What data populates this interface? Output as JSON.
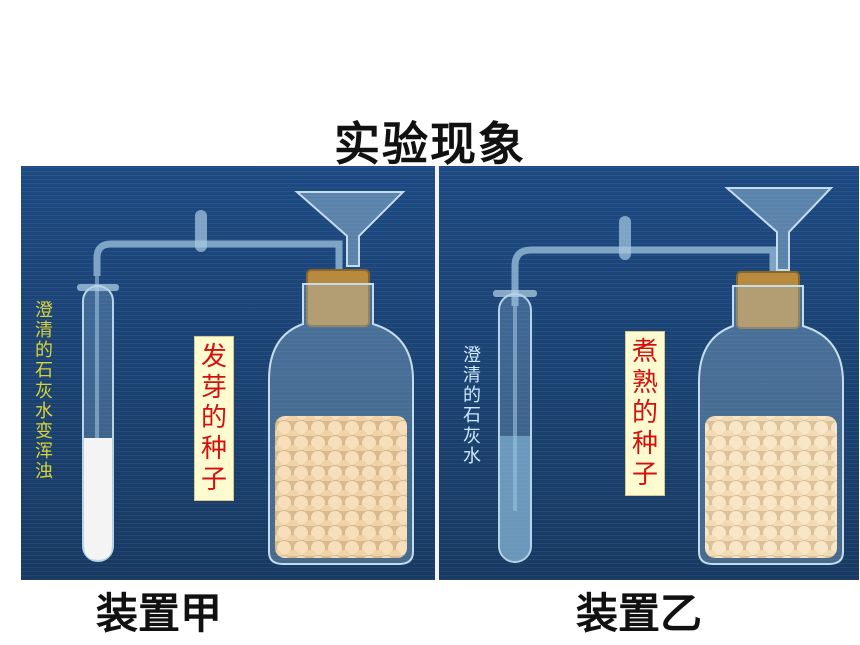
{
  "title": "实验现象",
  "apparatus_a": {
    "caption": "装置甲",
    "tube_label": "澄清的石灰水变浑浊",
    "seed_label": "发芽的种子"
  },
  "apparatus_b": {
    "caption": "装置乙",
    "tube_label": "澄清的石灰水",
    "seed_label": "煮熟的种子"
  },
  "colors": {
    "panel_bg": "#1d4a83",
    "tube_label": "#d8d23a",
    "seed_label": "#d21010",
    "seeds": "#f2d8b0",
    "cork": "#b88a3e"
  }
}
